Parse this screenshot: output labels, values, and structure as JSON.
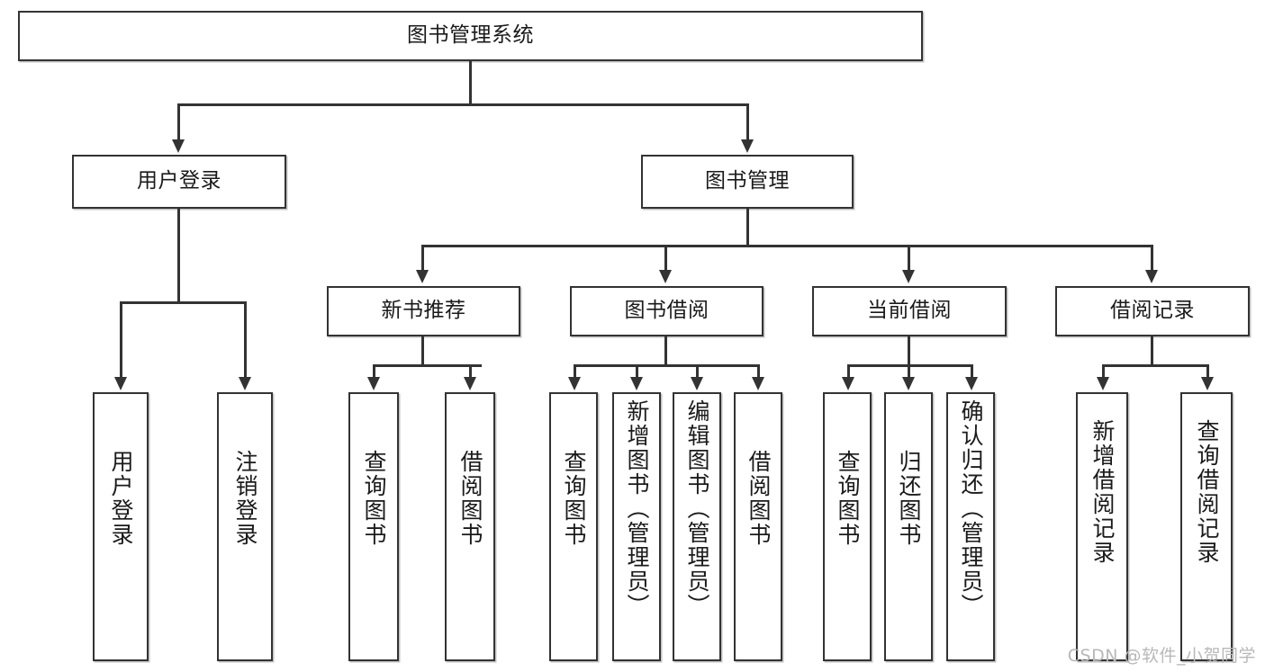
{
  "diagram": {
    "type": "tree-hierarchy-chart",
    "title": "图书管理系统",
    "watermark": "CSDN @软件_小贺同学",
    "colors": {
      "box_border": "#333333",
      "box_fill": "#ffffff",
      "connector": "#333333",
      "text": "#1a1a1a",
      "watermark": "#b8b8b8",
      "background": "#ffffff"
    },
    "levels": {
      "level1": [
        "图书管理系统"
      ],
      "level2": [
        "用户登录",
        "图书管理"
      ],
      "level3": [
        "新书推荐",
        "图书借阅",
        "当前借阅",
        "借阅记录"
      ],
      "level4": [
        "用户登录",
        "注销登录",
        "查询图书",
        "借阅图书",
        "查询图书",
        "新增图书（管理员）",
        "编辑图书（管理员）",
        "借阅图书",
        "查询图书",
        "归还图书",
        "确认归还（管理员）",
        "新增借阅记录",
        "查询借阅记录"
      ]
    },
    "nodes": {
      "root": {
        "label": "图书管理系统"
      },
      "user_login": {
        "label": "用户登录"
      },
      "book_manage": {
        "label": "图书管理"
      },
      "new_book_rec": {
        "label": "新书推荐"
      },
      "book_borrow": {
        "label": "图书借阅"
      },
      "current_borrow": {
        "label": "当前借阅"
      },
      "borrow_record": {
        "label": "借阅记录"
      },
      "leaf_user_login": {
        "label": "用户登录"
      },
      "leaf_logout": {
        "label": "注销登录"
      },
      "leaf_query_book_1": {
        "label": "查询图书"
      },
      "leaf_borrow_book_1": {
        "label": "借阅图书"
      },
      "leaf_query_book_2": {
        "label": "查询图书"
      },
      "leaf_add_book": {
        "label": "新增图书（管理员）"
      },
      "leaf_edit_book": {
        "label": "编辑图书（管理员）"
      },
      "leaf_borrow_book_2": {
        "label": "借阅图书"
      },
      "leaf_query_book_3": {
        "label": "查询图书"
      },
      "leaf_return_book": {
        "label": "归还图书"
      },
      "leaf_confirm_return": {
        "label": "确认归还（管理员）"
      },
      "leaf_add_record": {
        "label": "新增借阅记录"
      },
      "leaf_query_record": {
        "label": "查询借阅记录"
      }
    },
    "edges": [
      {
        "from": "图书管理系统",
        "to": "用户登录"
      },
      {
        "from": "图书管理系统",
        "to": "图书管理"
      },
      {
        "from": "用户登录",
        "to": "用户登录"
      },
      {
        "from": "用户登录",
        "to": "注销登录"
      },
      {
        "from": "图书管理",
        "to": "新书推荐"
      },
      {
        "from": "图书管理",
        "to": "图书借阅"
      },
      {
        "from": "图书管理",
        "to": "当前借阅"
      },
      {
        "from": "图书管理",
        "to": "借阅记录"
      },
      {
        "from": "新书推荐",
        "to": "查询图书"
      },
      {
        "from": "新书推荐",
        "to": "借阅图书"
      },
      {
        "from": "图书借阅",
        "to": "查询图书"
      },
      {
        "from": "图书借阅",
        "to": "新增图书（管理员）"
      },
      {
        "from": "图书借阅",
        "to": "编辑图书（管理员）"
      },
      {
        "from": "图书借阅",
        "to": "借阅图书"
      },
      {
        "from": "当前借阅",
        "to": "查询图书"
      },
      {
        "from": "当前借阅",
        "to": "归还图书"
      },
      {
        "from": "当前借阅",
        "to": "确认归还（管理员）"
      },
      {
        "from": "借阅记录",
        "to": "新增借阅记录"
      },
      {
        "from": "借阅记录",
        "to": "查询借阅记录"
      }
    ]
  }
}
